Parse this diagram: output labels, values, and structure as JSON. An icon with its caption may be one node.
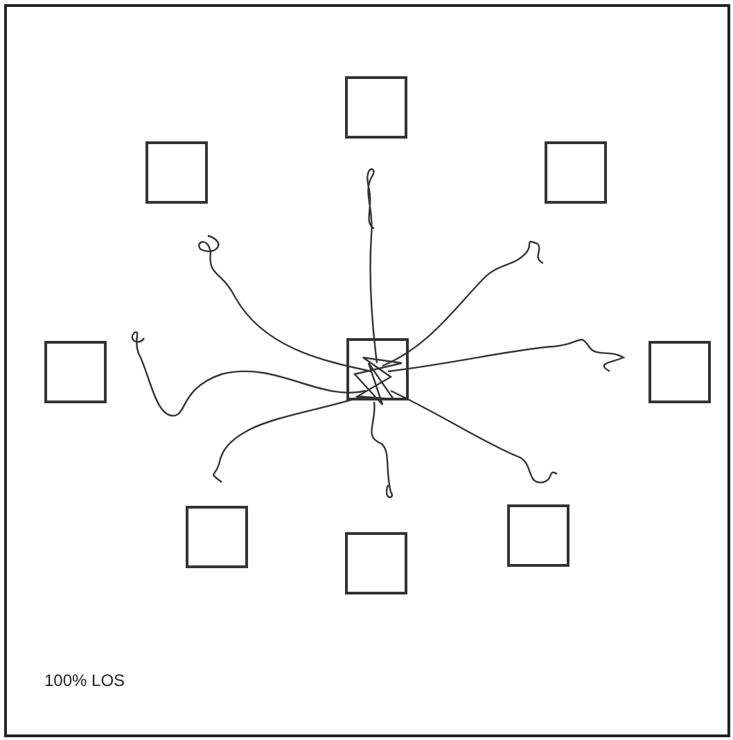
{
  "diagram": {
    "nodes": [
      {
        "text": [],
        "shape": "box"
      },
      {
        "text": [],
        "shape": "box"
      },
      {
        "text": [],
        "shape": "box"
      },
      {
        "text": [],
        "shape": "box"
      },
      {
        "text": [],
        "shape": "box"
      },
      {
        "text": [],
        "shape": "box"
      },
      {
        "text": [],
        "shape": "box"
      },
      {
        "text": [],
        "shape": "box"
      },
      {
        "text": [],
        "shape": "box"
      }
    ],
    "labels": [
      "100% LOS"
    ]
  }
}
